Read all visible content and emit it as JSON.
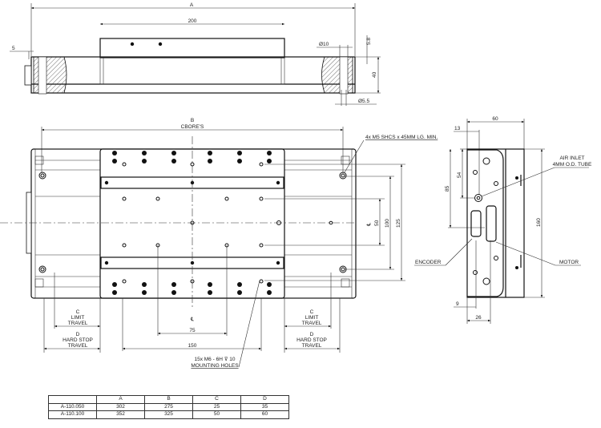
{
  "top_view": {
    "dim_a": "A",
    "dim_200": "200",
    "dim_5": "5",
    "dim_dia10": "Ø10",
    "dim_5_8": "5.8",
    "dim_40": "40",
    "dim_dia5_5": "Ø5.5"
  },
  "front_view": {
    "dim_b": "B",
    "dim_b_note": "CBORE'S",
    "screw_note": "4x M5 SHCS x 45MM LG. MIN.",
    "dim_50": "50",
    "dim_100": "100",
    "dim_125": "125",
    "centerline_symbol": "℄",
    "left_c": "C",
    "left_c_label_1": "LIMIT",
    "left_c_label_2": "TRAVEL",
    "left_d": "D",
    "left_d_label_1": "HARD STOP",
    "left_d_label_2": "TRAVEL",
    "right_c": "C",
    "right_c_label_1": "LIMIT",
    "right_c_label_2": "TRAVEL",
    "right_d": "D",
    "right_d_label_1": "HARD STOP",
    "right_d_label_2": "TRAVEL",
    "dim_75": "75",
    "dim_150": "150",
    "holes_note_1": "15x M6 - 6H ⊽ 10",
    "holes_note_2": "MOUNTING HOLES"
  },
  "side_view": {
    "dim_60": "60",
    "dim_13": "13",
    "dim_54": "54",
    "dim_85": "85",
    "dim_160": "160",
    "dim_9": "9",
    "dim_26": "26",
    "air_inlet_1": "AIR INLET",
    "air_inlet_2": "4MM O.D. TUBE",
    "encoder": "ENCODER",
    "motor": "MOTOR"
  },
  "table": {
    "headers": [
      "",
      "A",
      "B",
      "C",
      "D"
    ],
    "rows": [
      [
        "A-110.050",
        "302",
        "275",
        "25",
        "35"
      ],
      [
        "A-110.100",
        "352",
        "325",
        "50",
        "60"
      ]
    ]
  }
}
